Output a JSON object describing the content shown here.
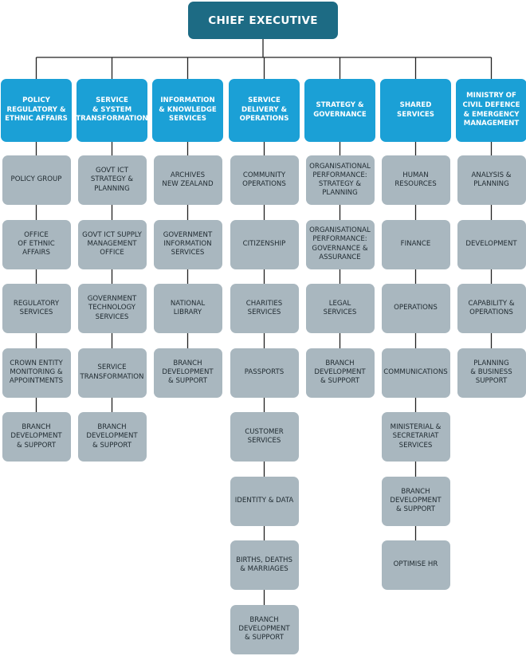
{
  "ceo": "CHIEF EXECUTIVE",
  "columns": [
    {
      "head": "POLICY\nREGULATORY &\nETHNIC AFFAIRS",
      "items": [
        "POLICY GROUP",
        "OFFICE\nOF ETHNIC\nAFFAIRS",
        "REGULATORY\nSERVICES",
        "CROWN ENTITY\nMONITORING &\nAPPOINTMENTS",
        "BRANCH\nDEVELOPMENT\n& SUPPORT"
      ]
    },
    {
      "head": "SERVICE\n& SYSTEM\nTRANSFORMATION",
      "items": [
        "GOVT ICT\nSTRATEGY &\nPLANNING",
        "GOVT ICT SUPPLY\nMANAGEMENT\nOFFICE",
        "GOVERNMENT\nTECHNOLOGY\nSERVICES",
        "SERVICE\nTRANSFORMATION",
        "BRANCH\nDEVELOPMENT\n& SUPPORT"
      ]
    },
    {
      "head": "INFORMATION\n& KNOWLEDGE\nSERVICES",
      "items": [
        "ARCHIVES\nNEW ZEALAND",
        "GOVERNMENT\nINFORMATION\nSERVICES",
        "NATIONAL\nLIBRARY",
        "BRANCH\nDEVELOPMENT\n& SUPPORT"
      ]
    },
    {
      "head": "SERVICE\nDELIVERY &\nOPERATIONS",
      "items": [
        "COMMUNITY\nOPERATIONS",
        "CITIZENSHIP",
        "CHARITIES\nSERVICES",
        "PASSPORTS",
        "CUSTOMER\nSERVICES",
        "IDENTITY & DATA",
        "BIRTHS, DEATHS\n& MARRIAGES",
        "BRANCH\nDEVELOPMENT\n& SUPPORT"
      ]
    },
    {
      "head": "STRATEGY &\nGOVERNANCE",
      "items": [
        "ORGANISATIONAL\nPERFORMANCE:\nSTRATEGY &\nPLANNING",
        "ORGANISATIONAL\nPERFORMANCE:\nGOVERNANCE &\nASSURANCE",
        "LEGAL\nSERVICES",
        "BRANCH\nDEVELOPMENT\n& SUPPORT"
      ]
    },
    {
      "head": "SHARED\nSERVICES",
      "items": [
        "HUMAN\nRESOURCES",
        "FINANCE",
        "OPERATIONS",
        "COMMUNICATIONS",
        "MINISTERIAL &\nSECRETARIAT\nSERVICES",
        "BRANCH\nDEVELOPMENT\n& SUPPORT",
        "OPTIMISE HR"
      ]
    },
    {
      "head": "MINISTRY OF\nCIVIL DEFENCE\n& EMERGENCY\nMANAGEMENT",
      "items": [
        "ANALYSIS &\nPLANNING",
        "DEVELOPMENT",
        "CAPABILITY &\nOPERATIONS",
        "PLANNING\n& BUSINESS\nSUPPORT"
      ]
    }
  ],
  "colors": {
    "ceo": "#1d6b84",
    "head": "#1ba0d6",
    "sub": "#a9b7bf",
    "line": "#222222"
  }
}
